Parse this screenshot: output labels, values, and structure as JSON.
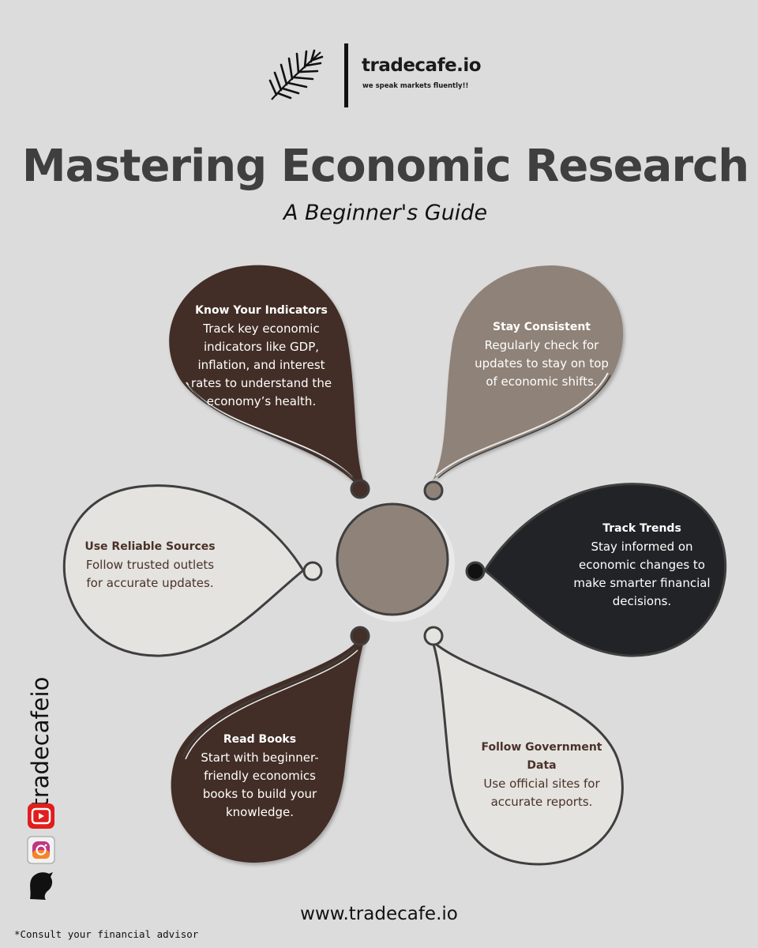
{
  "brand": {
    "name": "tradecafe.io",
    "tagline": "we speak markets fluently!!",
    "handle": "/tradecafeio",
    "website": "www.tradecafe.io",
    "disclaimer": "*Consult your financial advisor"
  },
  "title": "Mastering Economic Research",
  "subtitle": "A Beginner's Guide",
  "colors": {
    "background": "#dcdcdc",
    "dark_brown": "#432e28",
    "taupe": "#8f8278",
    "charcoal": "#222326",
    "cream": "#e4e3df",
    "outline": "#3f3f3f"
  },
  "icons": [
    "palm-leaf-icon",
    "youtube-icon",
    "instagram-icon",
    "x-bird-icon"
  ],
  "petals": [
    {
      "heading": "Know Your Indicators",
      "body": "Track key economic\nindicators like GDP,\ninflation, and interest\nrates to understand the\neconomy’s health."
    },
    {
      "heading": "Stay Consistent",
      "body": "Regularly check for\nupdates to stay on top\nof economic shifts."
    },
    {
      "heading": "Use Reliable Sources",
      "body": "Follow trusted outlets\nfor accurate updates."
    },
    {
      "heading": "Track Trends",
      "body": "Stay informed on\neconomic changes to\nmake smarter financial\ndecisions."
    },
    {
      "heading": "Read Books",
      "body": "Start with beginner-\nfriendly economics\nbooks to build your\nknowledge."
    },
    {
      "heading": "Follow Government\nData",
      "body": "Use official sites  for\naccurate reports."
    }
  ]
}
